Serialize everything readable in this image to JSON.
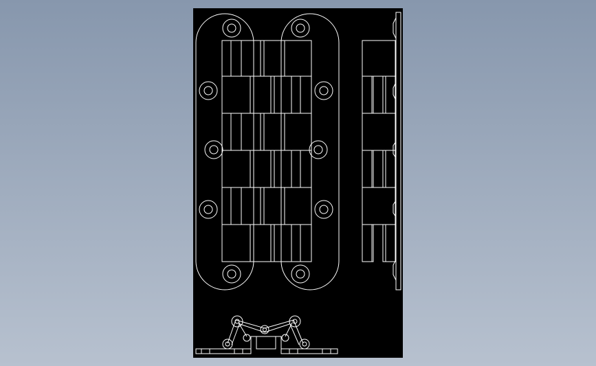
{
  "viewer": {
    "background_top": "#8797ad",
    "background_bottom": "#b7c1cf",
    "sheet_color": "#000000",
    "line_color": "#ffffff"
  },
  "drawing": {
    "views": [
      "front-view",
      "side-view",
      "bottom-view"
    ]
  }
}
